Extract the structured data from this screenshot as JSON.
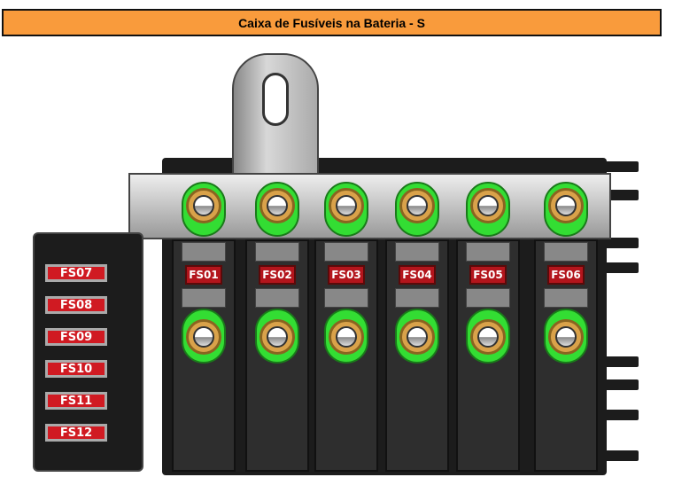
{
  "title": "Caixa de Fusíveis na Bateria - S",
  "main_fuses": [
    {
      "label": "FS01"
    },
    {
      "label": "FS02"
    },
    {
      "label": "FS03"
    },
    {
      "label": "FS04"
    },
    {
      "label": "FS05"
    },
    {
      "label": "FS06"
    }
  ],
  "side_fuses": [
    {
      "label": "FS07"
    },
    {
      "label": "FS08"
    },
    {
      "label": "FS09"
    },
    {
      "label": "FS10"
    },
    {
      "label": "FS11"
    },
    {
      "label": "FS12"
    }
  ],
  "colors": {
    "title_bg": "#f99b3c",
    "lug": "#33dd33",
    "fuse": "#b3151c"
  }
}
